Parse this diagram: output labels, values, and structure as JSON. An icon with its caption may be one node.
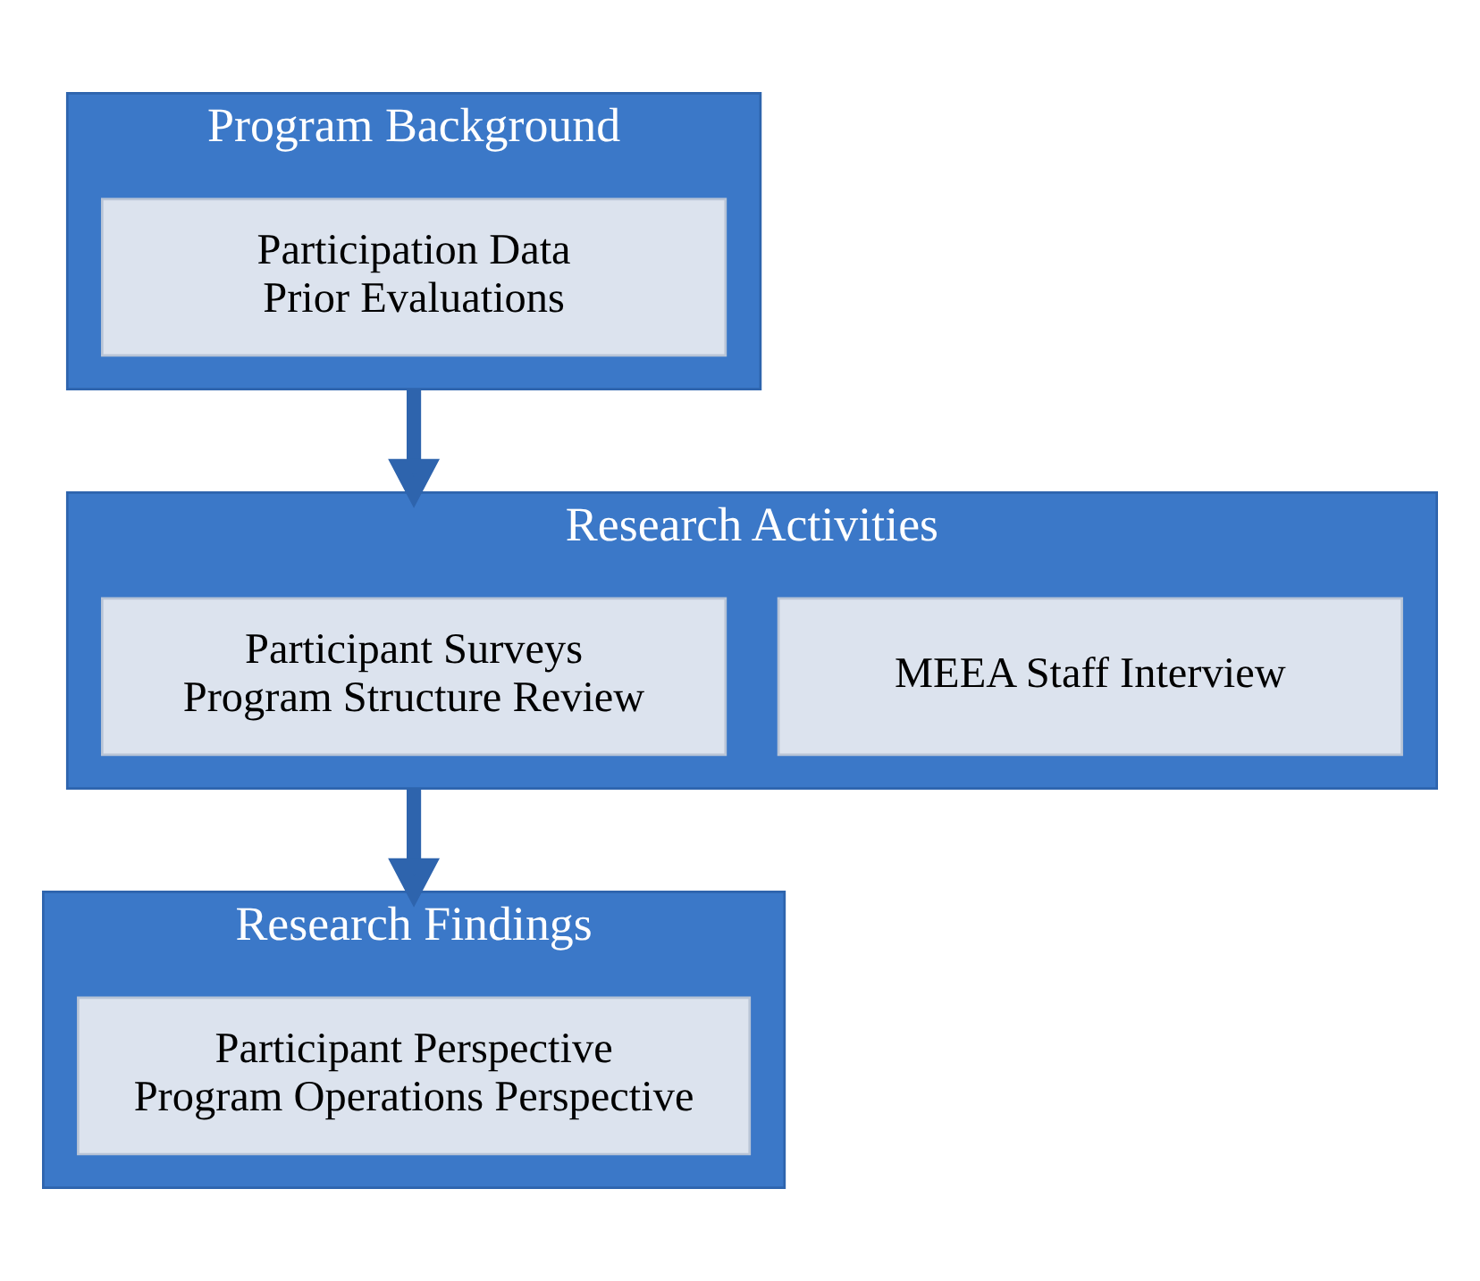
{
  "diagram": {
    "nodes": [
      {
        "text": [
          "Program Background"
        ]
      },
      {
        "text": [
          "Participation Data",
          "Prior Evaluations"
        ],
        "in": 0
      },
      {
        "text": [
          "Research Activities"
        ]
      },
      {
        "text": [
          "Participant Surveys",
          "Program Structure Review"
        ],
        "in": 2
      },
      {
        "text": [
          "MEEA Staff Interview"
        ],
        "in": 2
      },
      {
        "text": [
          "Research Findings"
        ]
      },
      {
        "text": [
          "Participant Perspective",
          "Program Operations Perspective"
        ],
        "in": 5
      }
    ],
    "edges": [
      {
        "from": 0,
        "to": 2,
        "arrow": "to"
      },
      {
        "from": 2,
        "to": 5,
        "arrow": "to"
      }
    ]
  }
}
